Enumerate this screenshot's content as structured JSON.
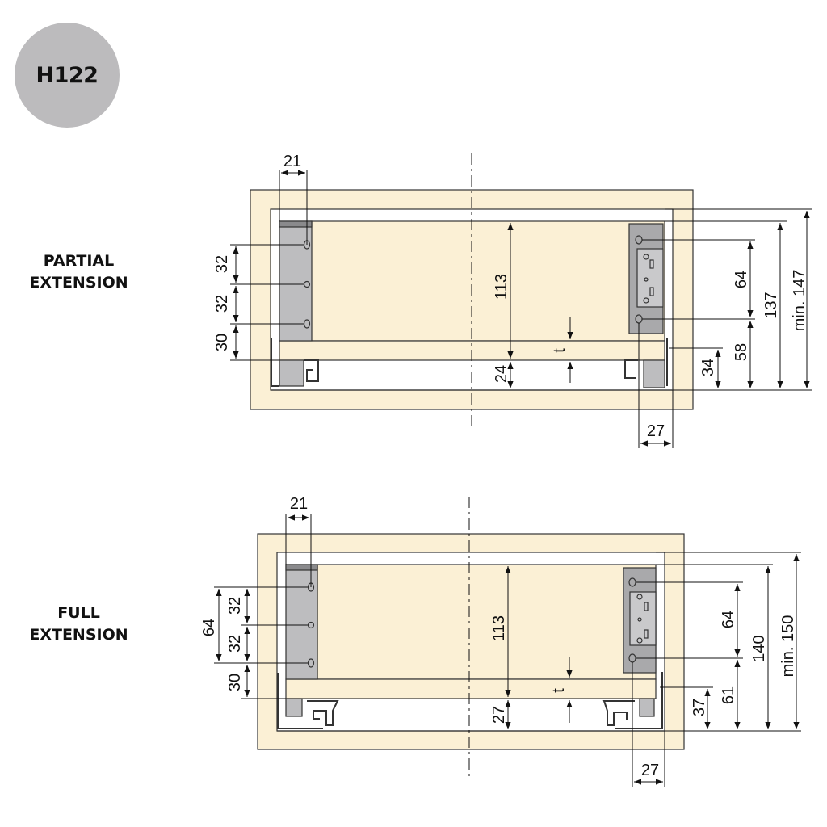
{
  "badge": {
    "code": "H122",
    "color": "#bcbbbd"
  },
  "colors": {
    "wood": "#fbf0d5",
    "metal": "#bdbdbf",
    "line": "#222222"
  },
  "sections": [
    {
      "label_line1": "PARTIAL",
      "label_line2": "EXTENSION",
      "dims": {
        "bracket_width": "21",
        "hole_spacing_1": "32",
        "hole_spacing_2": "32",
        "hole_to_base": "30",
        "front_height": "113",
        "bottom_clearance": "24",
        "thickness": "t",
        "right_hole_spacing": "64",
        "right_hole_to_base": "58",
        "rail_height": "34",
        "inner_height": "137",
        "min_height": "min. 147",
        "side_offset": "27"
      }
    },
    {
      "label_line1": "FULL",
      "label_line2": "EXTENSION",
      "dims": {
        "bracket_width": "21",
        "hole_spacing_total": "64",
        "hole_spacing_1": "32",
        "hole_spacing_2": "32",
        "hole_to_base": "30",
        "front_height": "113",
        "bottom_clearance": "27",
        "thickness": "t",
        "right_hole_spacing": "64",
        "right_hole_to_base": "61",
        "rail_height": "37",
        "inner_height": "140",
        "min_height": "min. 150",
        "side_offset": "27"
      }
    }
  ]
}
